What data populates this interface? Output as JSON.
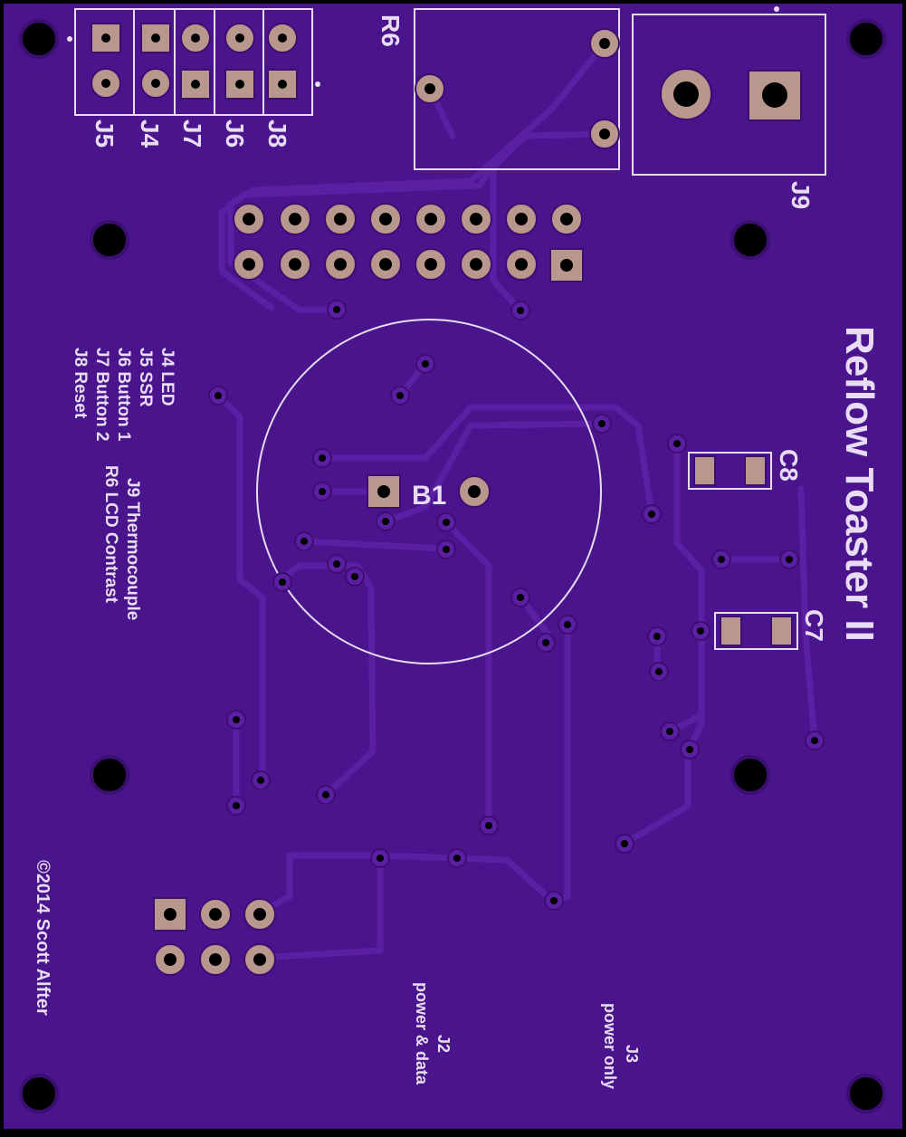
{
  "board": {
    "title": "Reflow Toaster II",
    "copyright": "©2014 Scott Alfter",
    "colors": {
      "substrate": "#4a148c",
      "trace": "#5a1fa3",
      "trace_edge": "#3b0f70",
      "silk": "#e7dcf3",
      "pad": "#b8978c",
      "drill": "#000000"
    }
  },
  "designators": {
    "r6": "R6",
    "j9": "J9",
    "j5": "J5",
    "j4": "J4",
    "j7": "J7",
    "j6": "J6",
    "j8": "J8",
    "b1": "B1",
    "c8": "C8",
    "c7": "C7",
    "j2": "J2",
    "j3": "J3"
  },
  "legend": {
    "left_col": [
      "J4 LED",
      "J5 SSR",
      "J6 Button 1",
      "J7 Button 2",
      "J8 Reset"
    ],
    "right_col": [
      "J9 Thermocouple",
      "R6 LCD Contrast"
    ]
  },
  "connector_notes": {
    "j2": "power & data",
    "j3": "power only"
  }
}
